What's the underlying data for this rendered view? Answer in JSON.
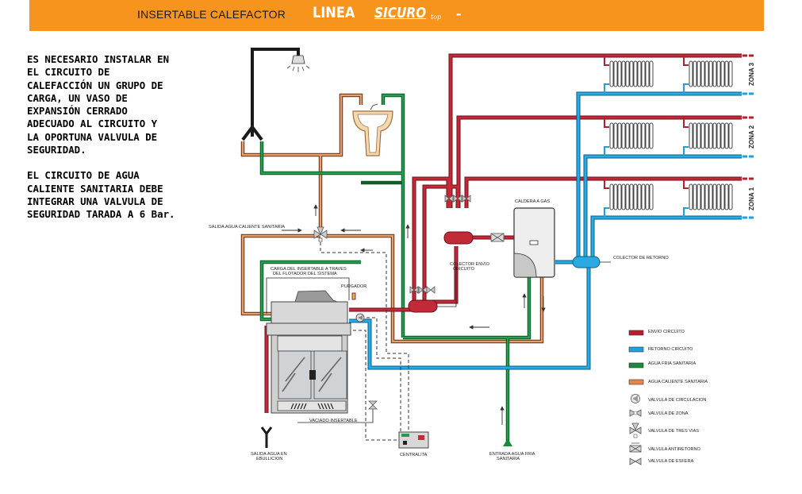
{
  "header": {
    "subtitle": "INSERTABLE CALEFACTOR",
    "brand_line": "LINEA",
    "brand_name": "SICURO",
    "brand_suffix": "top",
    "separator": "-",
    "background_color": "#f7941d"
  },
  "notes": {
    "paragraph_1": "ES NECESARIO INSTALAR EN\nEL CIRCUITO DE\nCALEFACCIÓN UN GRUPO DE\nCARGA, UN VASO DE\nEXPANSIÓN CERRADO\nADECUADO AL CIRCUITO Y\nLA OPORTUNA VALVULA DE\nSEGURIDAD.",
    "paragraph_2": "EL CIRCUITO DE AGUA\nCALIENTE SANITARIA DEBE\nINTEGRAR UNA VALVULA DE\nSEGURIDAD TARADA A 6 Bar."
  },
  "diagram": {
    "labels": {
      "salida_acs": "SALIDA AGUA CALIENTE SANITARIA",
      "carga_line1": "CARGA DEL INSERTABLE A TRAVES",
      "carga_line2": "DEL FLOTADOR DEL SISTEMA",
      "purgador": "PURGADOR",
      "caldera": "CALDERA A GAS",
      "colector_envio_line1": "COLECTOR ENVIO",
      "colector_envio_line2": "CIRCUITO",
      "colector_retorno": "COLECTOR DE RETORNO",
      "vaciado": "VACIADO INSERTABLE",
      "centralita": "CENTRALITA",
      "salida_ebullicion_line1": "SALIDA AGUA EN",
      "salida_ebullicion_line2": "EBULLICION",
      "entrada_fria_line1": "ENTRADA AGUA FRIA",
      "entrada_fria_line2": "SANITARIA"
    },
    "zones": [
      "ZONA 3",
      "ZONA 2",
      "ZONA 1"
    ],
    "colors": {
      "envio": "#b5202e",
      "retorno": "#1ea1dc",
      "fria": "#1b8a3e",
      "caliente": "#d98a4b",
      "black": "#1a1a1a"
    }
  },
  "legend": {
    "items": [
      {
        "label": "ENVIO CIRCUITO",
        "icon": "red-pipe-swatch",
        "color": "#b5202e"
      },
      {
        "label": "RETORNO CIRCUITO",
        "icon": "blue-pipe-swatch",
        "color": "#1ea1dc"
      },
      {
        "label": "AGUA FRIA SANITARIA",
        "icon": "green-pipe-swatch",
        "color": "#1b8a3e"
      },
      {
        "label": "AGUA CALIENTE SANITARIA",
        "icon": "orange-pipe-swatch",
        "color": "#e8864a"
      },
      {
        "label": "VALVULA DE CIRCULACION",
        "icon": "circulation-pump-icon"
      },
      {
        "label": "VALVULA DE ZONA",
        "icon": "zone-valve-icon"
      },
      {
        "label": "VALVULA DE TRES VIAS",
        "icon": "three-way-valve-icon"
      },
      {
        "label": "VALVULA ANTIRETORNO",
        "icon": "check-valve-icon"
      },
      {
        "label": "VALVULA DE ESFERA",
        "icon": "ball-valve-icon"
      }
    ]
  }
}
